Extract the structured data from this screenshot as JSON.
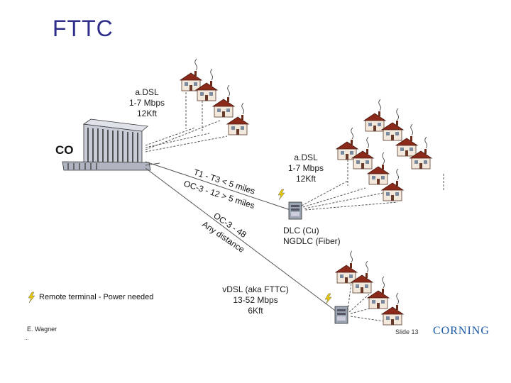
{
  "title": "FTTC",
  "co_label": "CO",
  "adsl_top": {
    "line1": "a.DSL",
    "line2": "1-7 Mbps",
    "line3": "12Kft"
  },
  "adsl_mid": {
    "line1": "a.DSL",
    "line2": "1-7 Mbps",
    "line3": "12Kft"
  },
  "link_t1": {
    "line1": "T1 - T3 < 5 miles",
    "line2": "OC-3 - 12 > 5 miles"
  },
  "link_oc": {
    "line1": "OC-3 - 48",
    "line2": "Any distance"
  },
  "dlc": {
    "line1": "DLC (Cu)",
    "line2": "NGDLC (Fiber)"
  },
  "vdsl": {
    "line1": "vDSL  (aka FTTC)",
    "line2": "13-52 Mbps",
    "line3": "6Kft"
  },
  "legend": "Remote terminal - Power needed",
  "author": "E. Wagner",
  "author_date": "...",
  "slide": "Slide 13",
  "logo": "CORNING",
  "colors": {
    "title": "#2e2e8a",
    "roof": "#8b2a1a",
    "wall": "#f2e8dc",
    "bolt": "#e8c800",
    "logo": "#1a5aa5"
  }
}
